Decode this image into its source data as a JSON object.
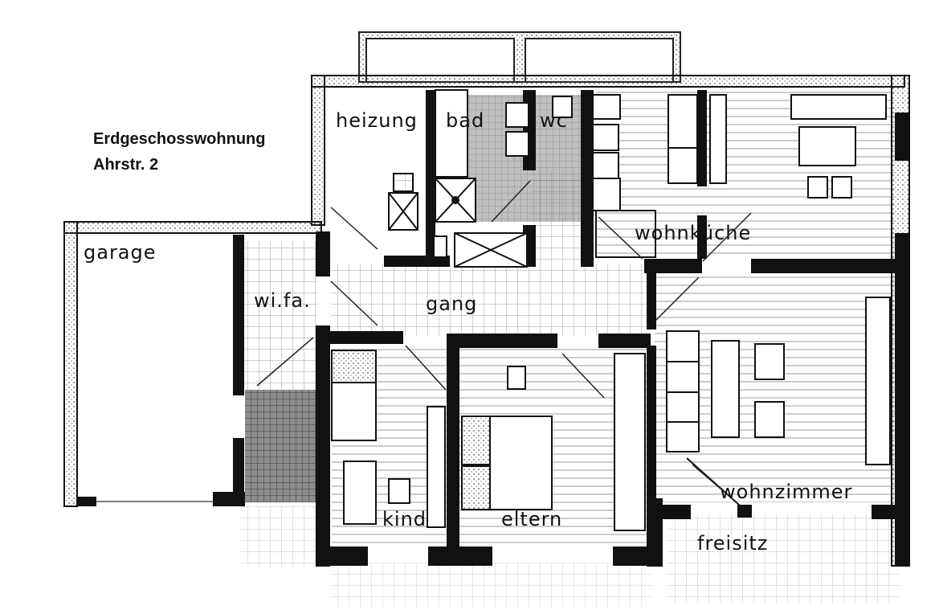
{
  "title": {
    "line1": "Erdgeschosswohnung",
    "line2": "Ahrstr. 2"
  },
  "rooms": {
    "heizung": "heizung",
    "bad": "bad",
    "wc": "wc",
    "garage": "garage",
    "wohnkueche": "wohnküche",
    "wifa": "wi.fa.",
    "gang": "gang",
    "kind": "kind",
    "eltern": "eltern",
    "wohnzimmer": "wohnzimmer",
    "freisitz": "freisitz"
  },
  "colors": {
    "wall": "#111111",
    "line": "#222222",
    "paper": "#ffffff",
    "hatch": "#555555"
  }
}
